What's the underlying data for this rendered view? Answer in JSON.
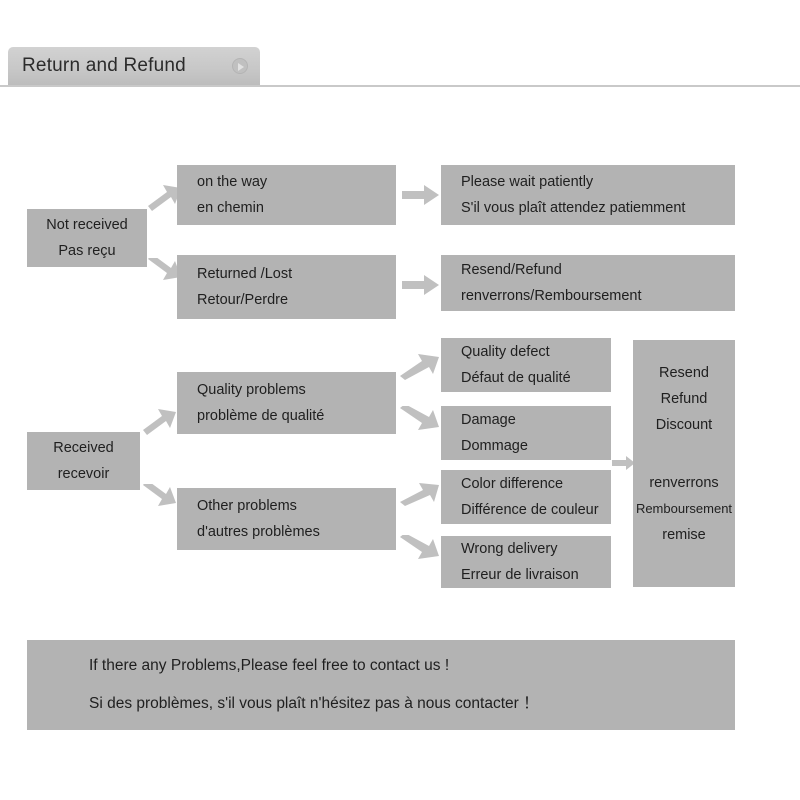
{
  "header": {
    "title": "Return and Refund",
    "play_icon": "play-circle-icon"
  },
  "flow": {
    "branches": [
      {
        "id": "not-received",
        "stage1": {
          "en": "Not received",
          "fr": "Pas reçu"
        },
        "stage2": [
          {
            "en": "on the way",
            "fr": "en chemin"
          },
          {
            "en": "Returned /Lost",
            "fr": "Retour/Perdre"
          }
        ],
        "stage3": [
          {
            "en": "Please wait patiently",
            "fr": "S'il vous plaît attendez patiemment"
          },
          {
            "en": "Resend/Refund",
            "fr": "renverrons/Remboursement"
          }
        ]
      },
      {
        "id": "received",
        "stage1": {
          "en": "Received",
          "fr": "recevoir"
        },
        "stage2": [
          {
            "en": "Quality problems",
            "fr": "problème de qualité"
          },
          {
            "en": "Other problems",
            "fr": "d'autres problèmes"
          }
        ],
        "stage3": [
          {
            "en": "Quality defect",
            "fr": "Défaut de qualité"
          },
          {
            "en": "Damage",
            "fr": "Dommage"
          },
          {
            "en": "Color difference",
            "fr": "Différence de couleur"
          },
          {
            "en": "Wrong delivery",
            "fr": "Erreur de livraison"
          }
        ],
        "stage4": {
          "en": [
            "Resend",
            "Refund",
            "Discount"
          ],
          "fr": [
            "renverrons",
            "Remboursement",
            "remise"
          ]
        }
      }
    ]
  },
  "footer": {
    "line_en": "If there any Problems,Please feel free to contact us !",
    "line_fr": "Si des problèmes, s'il vous plaît n'hésitez pas à nous contacter ！"
  },
  "colors": {
    "box_gray": "#b3b3b3",
    "arrow_gray": "#c0c0c0",
    "tab_gray": "#c7c7c7",
    "text": "#1f1f1f"
  }
}
